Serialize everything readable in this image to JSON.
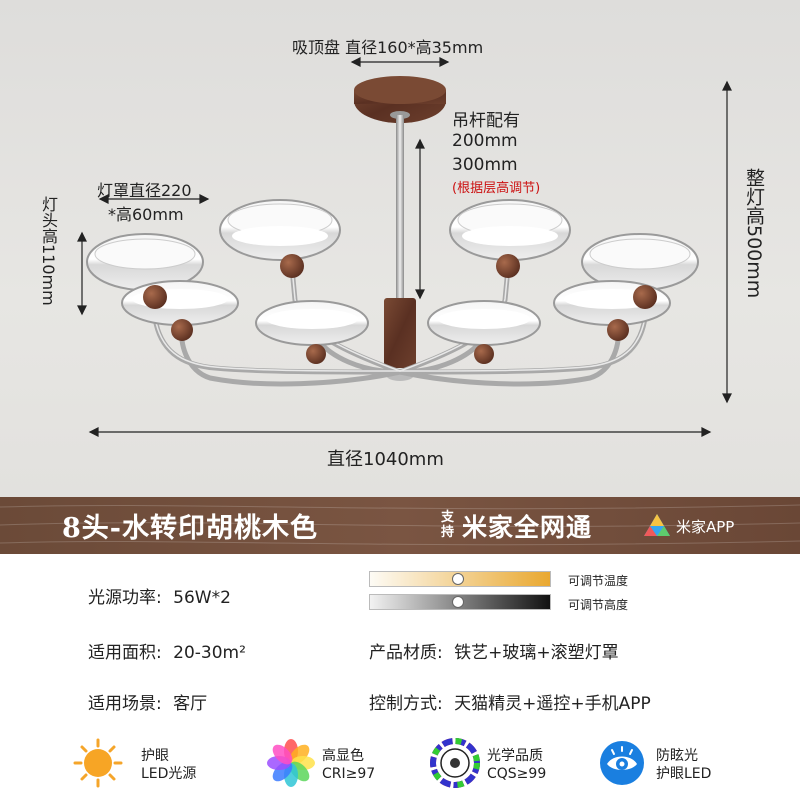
{
  "dimensions": {
    "canopy": "吸顶盘 直径160*高35mm",
    "rod_title": "吊杆配有",
    "rod_200": "200mm",
    "rod_300": "300mm",
    "rod_note": "(根据层高调节)",
    "shade_line1": "灯罩直径220",
    "shade_line2": "*高60mm",
    "head_height": "灯头高110mm",
    "total_height": "整灯高500mm",
    "diameter": "直径1040mm"
  },
  "banner": {
    "title": "8头-水转印胡桃木色",
    "support_line1": "支",
    "support_line2": "持",
    "mijia": "米家全网通",
    "app": "米家APP"
  },
  "specs": {
    "power_label": "光源功率:",
    "power_value": "56W*2",
    "area_label": "适用面积:",
    "area_value": "20-30m²",
    "scene_label": "适用场景:",
    "scene_value": "客厅",
    "material_label": "产品材质:",
    "material_value": "铁艺+玻璃+滚塑灯罩",
    "control_label": "控制方式:",
    "control_value": "天猫精灵+遥控+手机APP",
    "temp_slider_label": "可调节温度",
    "height_slider_label": "可调节高度",
    "temp_slider_level": 0.49,
    "height_slider_level": 0.49
  },
  "features": [
    {
      "icon": "sun-icon",
      "line1": "护眼",
      "line2": "LED光源"
    },
    {
      "icon": "color-wheel-icon",
      "line1": "高显色",
      "line2": "CRI≥97"
    },
    {
      "icon": "cqs-dial-icon",
      "line1": "光学品质",
      "line2": "CQS≥99"
    },
    {
      "icon": "eye-protect-icon",
      "line1": "防眩光",
      "line2": "护眼LED"
    }
  ],
  "colors": {
    "banner": "#7a5542",
    "walnut": "#6b3e2c",
    "dim_note_red": "#cc1111",
    "eye_badge": "#1a7fe0"
  }
}
